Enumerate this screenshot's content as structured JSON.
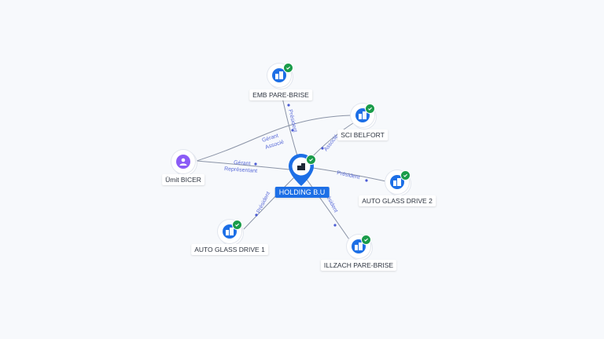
{
  "center": {
    "name": "HOLDING B.U"
  },
  "nodes": {
    "emb": {
      "name": "EMB PARE-BRISE"
    },
    "sci": {
      "name": "SCI BELFORT"
    },
    "umit": {
      "name": "Ümit BICER"
    },
    "agd2": {
      "name": "AUTO GLASS DRIVE 2"
    },
    "agd1": {
      "name": "AUTO GLASS DRIVE 1"
    },
    "illzach": {
      "name": "ILLZACH PARE-BRISE"
    }
  },
  "edges": {
    "emb_president": "Président",
    "sci_associe": "Associé",
    "umit_sci_gerant": "Gérant",
    "umit_sci_associe": "Associé",
    "umit_center_gerant": "Gérant",
    "umit_center_representant": "Représentant",
    "agd2_president": "Président",
    "agd1_president": "Président",
    "illzach_president": "Président"
  },
  "colors": {
    "company_icon": "#1d6fe6",
    "person_icon": "#8b5cf6",
    "verified_badge": "#1a9c4a",
    "edge_label": "#5b6cd9"
  }
}
